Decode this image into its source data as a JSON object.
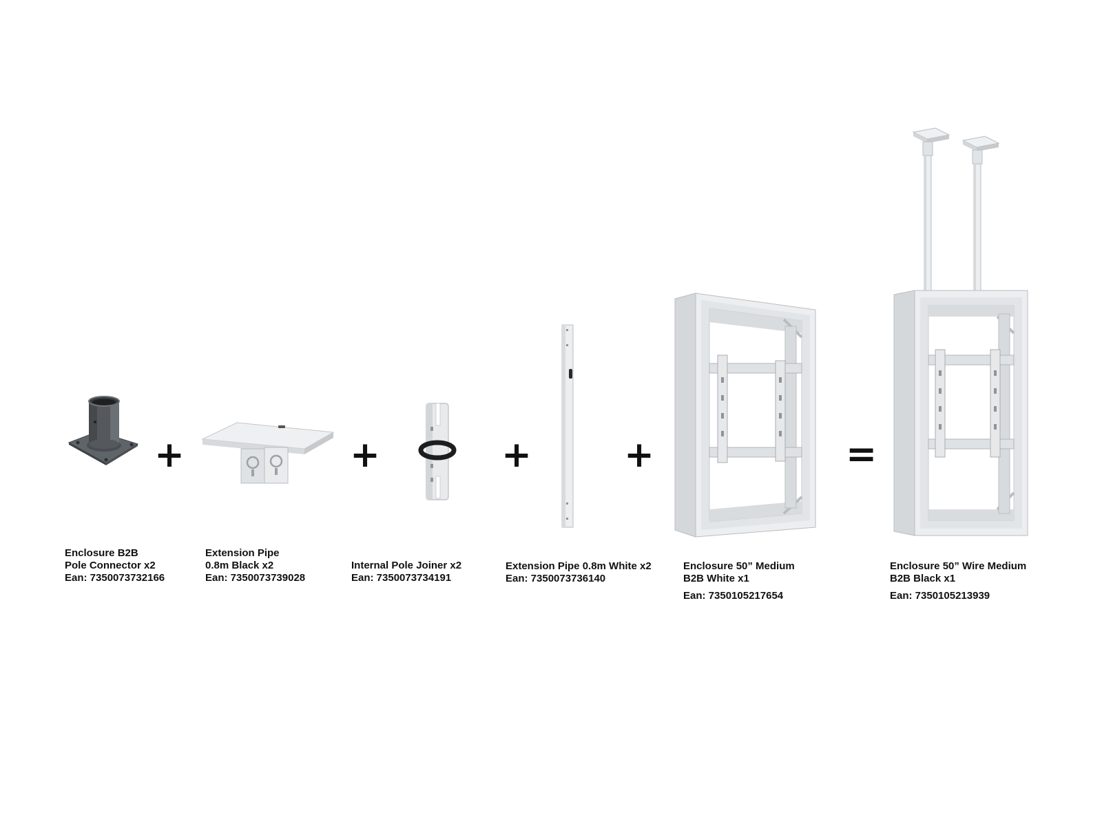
{
  "operators": {
    "plus": "+",
    "equals": "="
  },
  "colors": {
    "steel_dark": "#5a5f63",
    "steel_mid": "#7a7f84",
    "steel_light": "#e6e8ea",
    "steel_edge": "#b9bdc1",
    "band_black": "#1d1d1d",
    "operator": "#111111"
  },
  "products": [
    {
      "id": "pole-connector",
      "lines": [
        "Enclosure B2B",
        "Pole Connector x2"
      ],
      "ean": "Ean: 7350073732166"
    },
    {
      "id": "ceiling-plate",
      "lines": [
        "Extension Pipe",
        "0.8m Black x2"
      ],
      "ean": "Ean: 7350073739028"
    },
    {
      "id": "pole-joiner",
      "lines": [
        "Internal Pole Joiner x2"
      ],
      "ean": "Ean: 7350073734191"
    },
    {
      "id": "extension-pipe",
      "lines": [
        "Extension Pipe 0.8m White x2"
      ],
      "ean": "Ean: 7350073736140"
    },
    {
      "id": "enclosure-white",
      "lines": [
        "Enclosure 50” Medium",
        "B2B White x1"
      ],
      "ean": "Ean: 7350105217654"
    },
    {
      "id": "enclosure-wire",
      "lines": [
        "Enclosure 50” Wire Medium",
        "B2B Black x1"
      ],
      "ean": "Ean: 7350105213939"
    }
  ]
}
